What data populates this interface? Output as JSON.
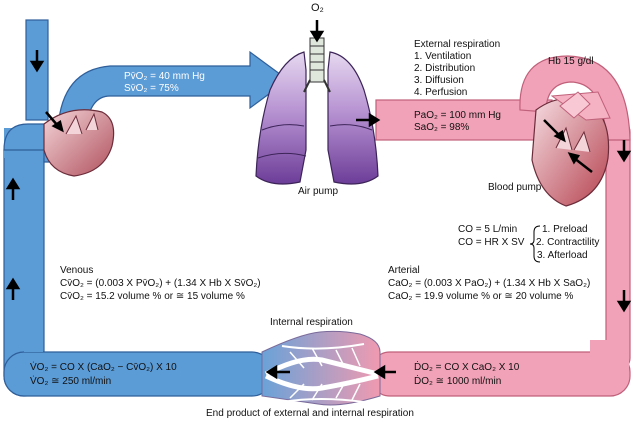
{
  "oxygen_input": "O₂",
  "venous_pressure": "Pv̄O₂ = 40 mm Hg",
  "venous_saturation": "Sv̄O₂ = 75%",
  "external_respiration": {
    "title": "External respiration",
    "steps": [
      "1. Ventilation",
      "2. Distribution",
      "3. Diffusion",
      "4. Perfusion"
    ]
  },
  "hemoglobin": "Hb 15 g/dl",
  "arterial_pressure": "PaO₂ = 100 mm Hg",
  "arterial_saturation": "SaO₂ = 98%",
  "air_pump_label": "Air pump",
  "blood_pump_label": "Blood pump",
  "cardiac_output": {
    "line1": "CO = 5 L/min",
    "line2": "CO = HR X SV",
    "determinants": [
      "1. Preload",
      "2. Contractility",
      "3. Afterload"
    ]
  },
  "venous_block": {
    "title": "Venous",
    "formula": "Cv̄O₂ = (0.003 X Pv̄O₂) + (1.34 X Hb X Sv̄O₂)",
    "value": "Cv̄O₂ = 15.2 volume % or ≅ 15 volume %"
  },
  "arterial_block": {
    "title": "Arterial",
    "formula": "CaO₂ = (0.003 X PaO₂) + (1.34 X Hb X SaO₂)",
    "value": "CaO₂ = 19.9 volume % or ≅ 20 volume %"
  },
  "internal_respiration_label": "Internal respiration",
  "oxygen_consumption": {
    "formula": "V̇O₂ = CO X (CaO₂ − Cv̄O₂) X 10",
    "value": "V̇O₂ ≅ 250 ml/min"
  },
  "oxygen_delivery": {
    "formula": "ḊO₂ = CO X CaO₂ X 10",
    "value": "ḊO₂ ≅ 1000 ml/min"
  },
  "footer_caption": "End product of external and internal respiration",
  "colors": {
    "venous_fill": "#5b9bd6",
    "venous_stroke": "#2f5f9a",
    "arterial_fill": "#f2a2b8",
    "arterial_stroke": "#c0607a",
    "lung_fill": "#8b5bb0",
    "heart_fill": "#c97a86"
  }
}
